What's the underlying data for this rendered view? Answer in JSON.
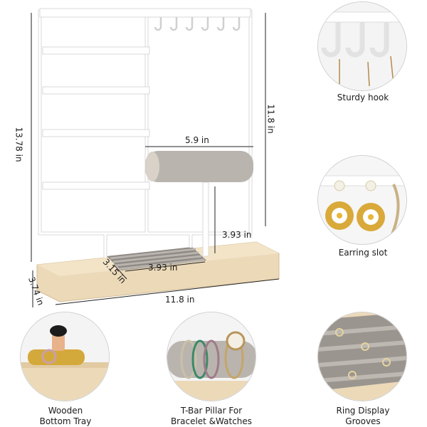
{
  "dimensions": {
    "height_total": "13.78 in",
    "height_frame": "11.8 in",
    "bar_width": "5.9 in",
    "pillar_height": "3.93 in",
    "groove_width": "3.93 in",
    "groove_depth": "3.15 in",
    "base_depth": "3.74 in",
    "base_width": "11.8 in"
  },
  "features": [
    {
      "label": "Sturdy hook",
      "icon": "hook-closeup-icon"
    },
    {
      "label": "Earring slot",
      "icon": "earring-closeup-icon"
    },
    {
      "label": "Wooden\nBottom Tray",
      "icon": "tray-closeup-icon"
    },
    {
      "label": "T-Bar Pillar For\nBracelet &Watches",
      "icon": "tbar-closeup-icon"
    },
    {
      "label": "Ring Display\nGrooves",
      "icon": "ring-grooves-closeup-icon"
    }
  ],
  "colors": {
    "frame": "#ffffff",
    "frame_stroke": "#d8d8d8",
    "velvet": "#b9b4ae",
    "wood": "#ecd9b8",
    "dim_line": "#222222"
  }
}
